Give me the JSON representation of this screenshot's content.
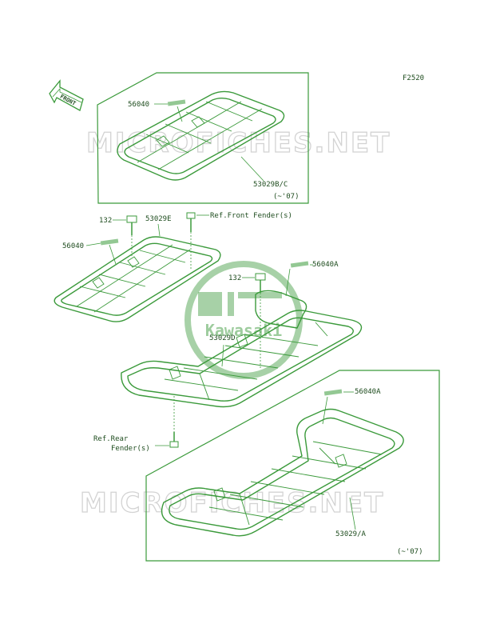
{
  "figure_code": "F2520",
  "front_label": "FRONT",
  "watermark_text": "MICROFICHES.NET",
  "logo_text": "Kawasaki",
  "colors": {
    "line": "#3b9a3b",
    "text": "#1f4d1f",
    "watermark": "#d3d3d3",
    "logo": "#3b9a3b"
  },
  "labels": {
    "p56040_top": "56040",
    "p53029bc": "53029B/C",
    "note_top": "(~'07)",
    "p132_left": "132",
    "p53029e": "53029E",
    "ref_front_fender": "Ref.Front Fender(s)",
    "p56040_left": "56040",
    "p56040a_mid": "56040A",
    "p132_mid": "132",
    "p53029d": "53029D",
    "ref_rear_fender_1": "Ref.Rear",
    "ref_rear_fender_2": "Fender(s)",
    "p56040a_bot": "56040A",
    "p53029a": "53029/A",
    "note_bot": "(~'07)"
  }
}
